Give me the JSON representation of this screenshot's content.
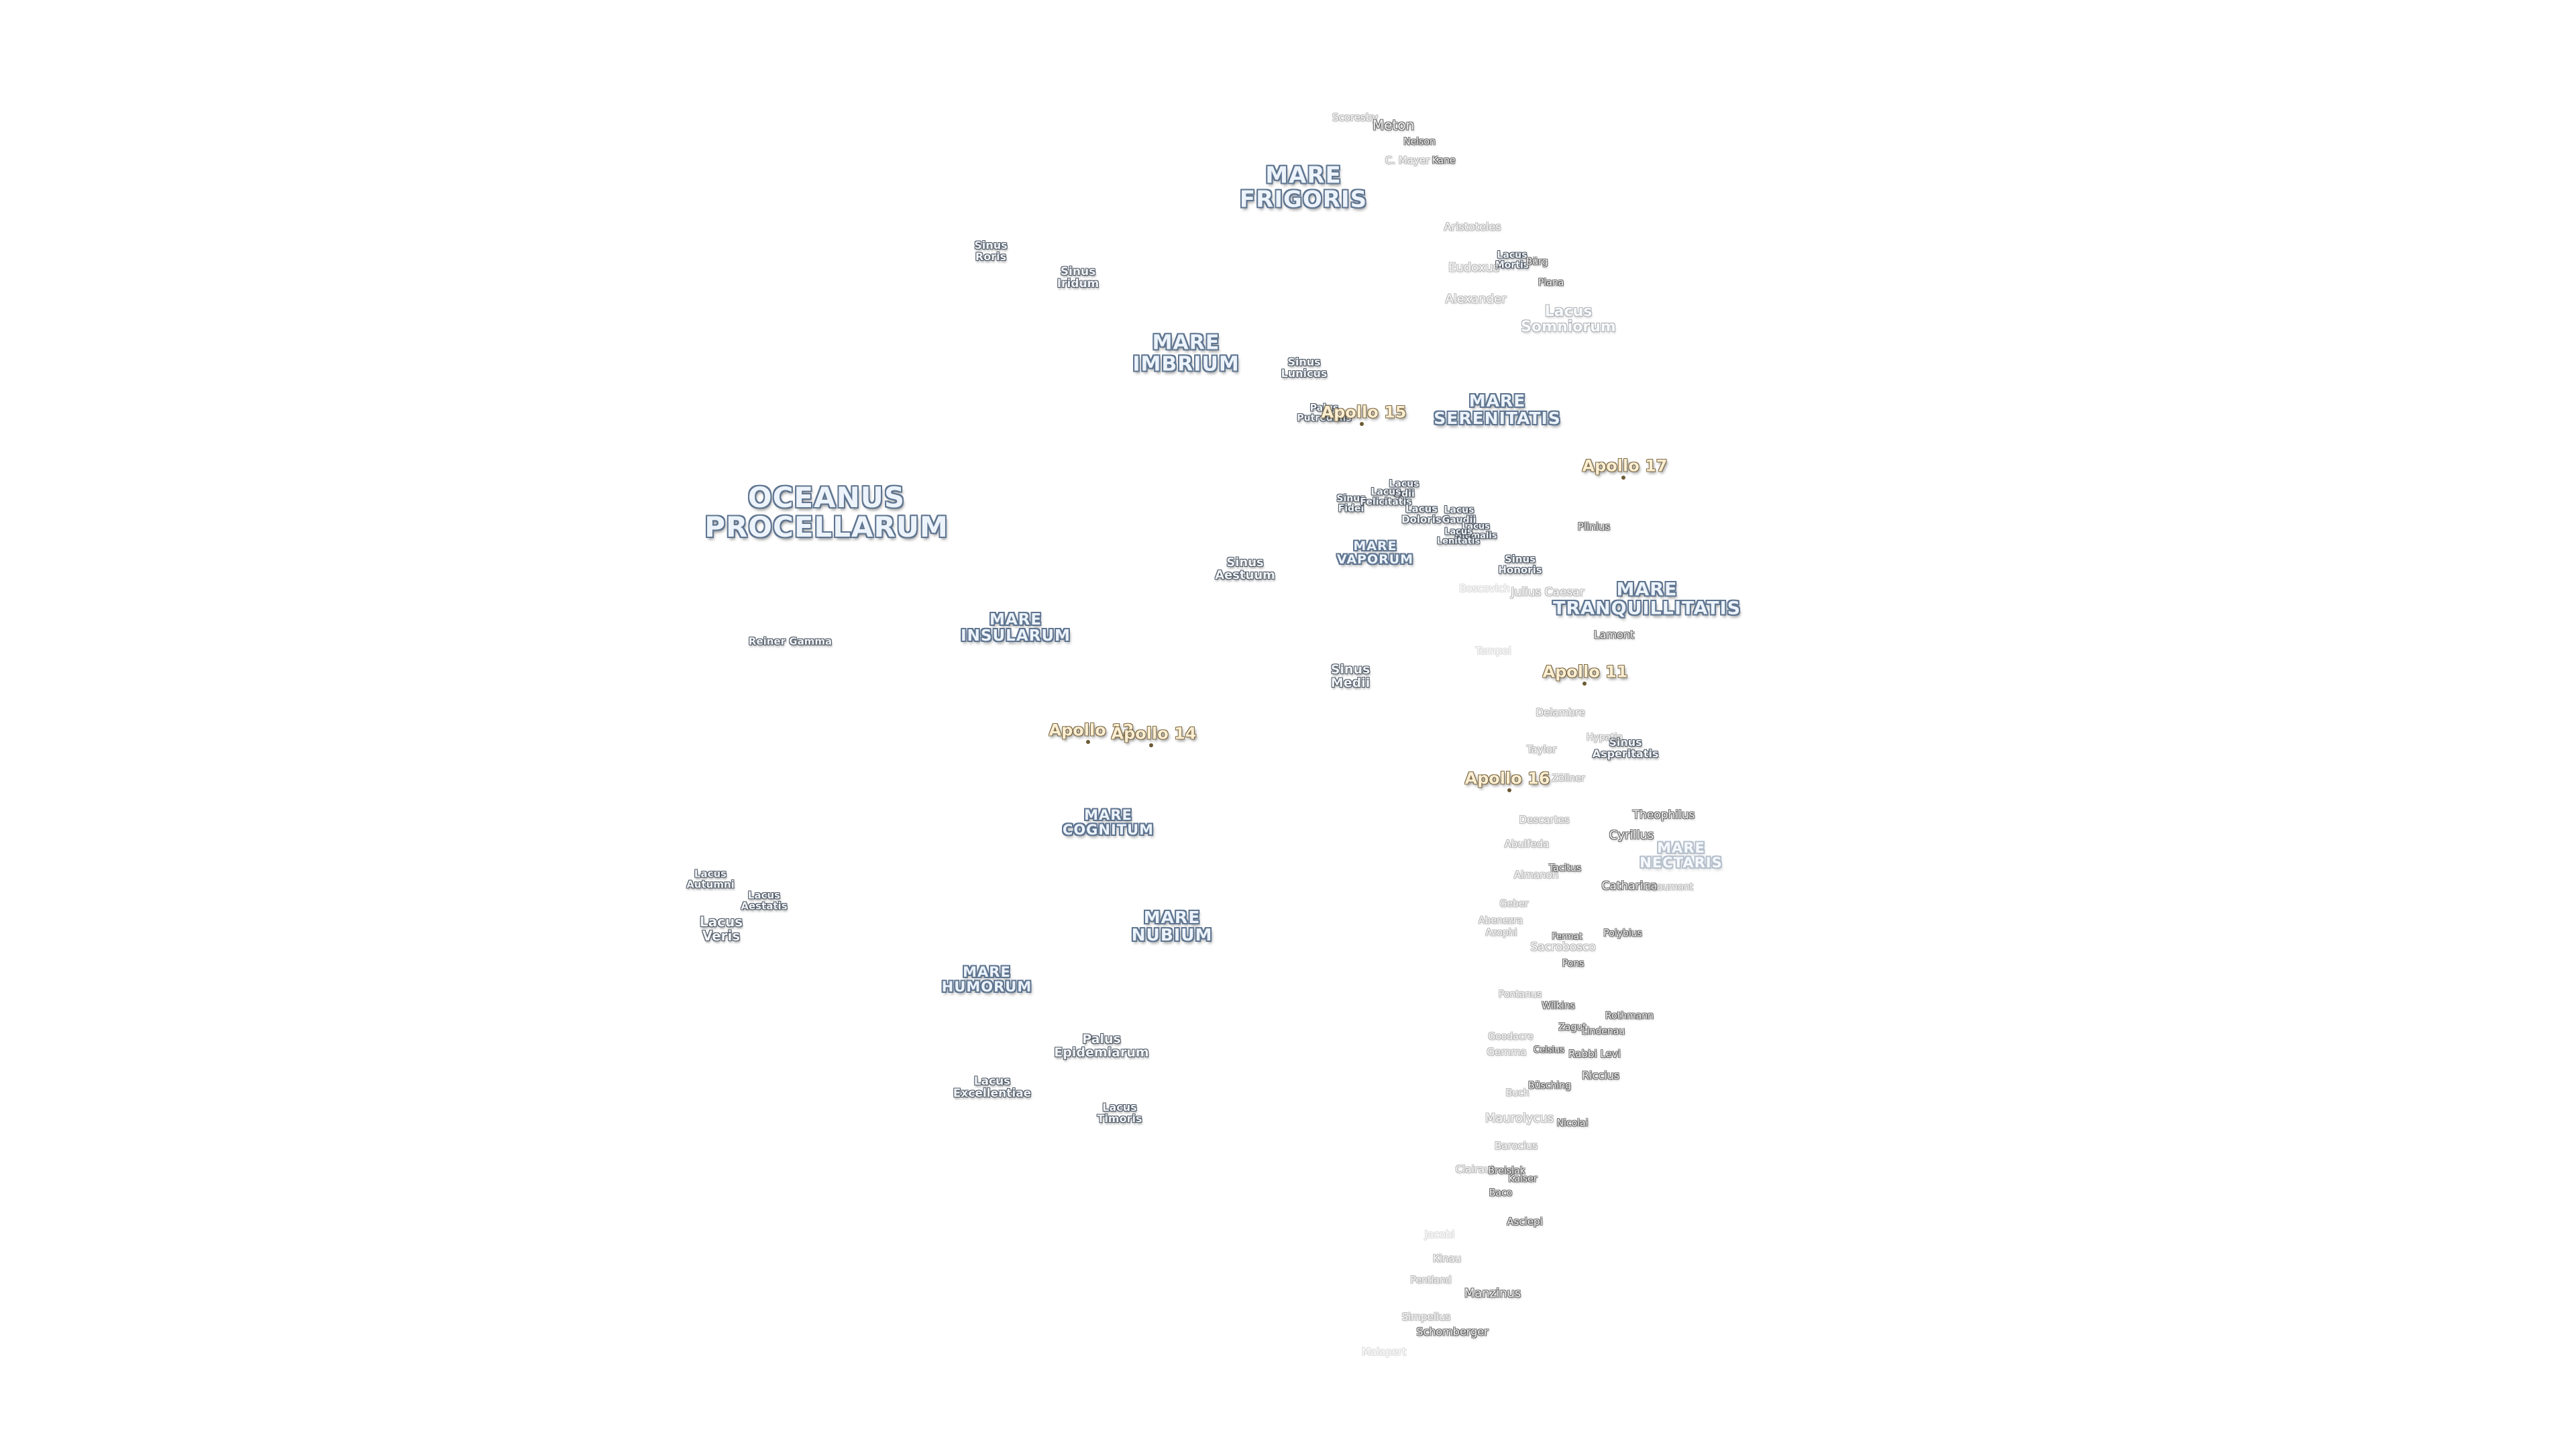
{
  "map": {
    "background": "#ffffff",
    "colors": {
      "mare_fill": "#ecf3fb",
      "mare_outline": "#5f7590",
      "apollo_fill": "#fbeed2",
      "apollo_outline": "#7d6a45",
      "crater_outline": "#666666"
    },
    "maria": {
      "oceanus_procellarum": "OCEANUS\nPROCELLARUM",
      "mare_frigoris": "MARE\nFRIGORIS",
      "mare_imbrium": "MARE\nIMBRIUM",
      "mare_serenitatis": "MARE\nSERENITATIS",
      "mare_tranquillitatis": "MARE\nTRANQUILLITATIS",
      "mare_vaporum": "MARE\nVAPORUM",
      "mare_insularum": "MARE\nINSULARUM",
      "mare_cognitum": "MARE\nCOGNITUM",
      "mare_nubium": "MARE\nNUBIUM",
      "mare_humorum": "MARE\nHUMORUM",
      "mare_nectaris": "MARE\nNECTARIS"
    },
    "features": {
      "sinus_roris": "Sinus\nRoris",
      "sinus_iridum": "Sinus\nIridum",
      "sinus_lunicus": "Sinus\nLunicus",
      "palus_putredinis": "Palus\nPutredinis",
      "lacus_somniorum": "Lacus\nSomniorum",
      "lacus_mortis": "Lacus\nMortis",
      "sinus_fidei": "Sinus\nFidei",
      "lacus_odii": "Lacus\nOdii",
      "lacus_felicitatis": "Lacus\nFelicitatis",
      "lacus_doloris": "Lacus\nDoloris",
      "lacus_gaudii": "Lacus\nGaudii",
      "lacus_hiemalis": "Lacus\nHiemalis",
      "lacus_lenitatis": "Lacus\nLenitatis",
      "sinus_aestuum": "Sinus\nAestuum",
      "sinus_honoris": "Sinus\nHonoris",
      "sinus_medii": "Sinus\nMedii",
      "sinus_asperitatis": "Sinus\nAsperitatis",
      "lacus_autumni": "Lacus\nAutumni",
      "lacus_aestatis": "Lacus\nAestatis",
      "lacus_veris": "Lacus\nVeris",
      "palus_epidemiarum": "Palus\nEpidemiarum",
      "lacus_excellentiae": "Lacus\nExcellentiae",
      "lacus_timoris": "Lacus\nTimoris",
      "reiner_gamma": "Reiner Gamma"
    },
    "apollo": {
      "apollo_11": "Apollo 11",
      "apollo_12": "Apollo 12",
      "apollo_14": "Apollo 14",
      "apollo_15": "Apollo 15",
      "apollo_16": "Apollo 16",
      "apollo_17": "Apollo 17"
    },
    "craters": {
      "scoresby": "Scoresby",
      "meton": "Meton",
      "nelson": "Nelson",
      "c_mayer": "C. Mayer",
      "kane": "Kane",
      "aristoteles": "Aristoteles",
      "eudoxus": "Eudoxus",
      "burg": "Bürg",
      "alexander": "Alexander",
      "plana": "Plana",
      "plinius": "Plinius",
      "boscovich": "Boscovich",
      "julius_caesar": "Julius Caesar",
      "lamont": "Lamont",
      "tempel": "Tempel",
      "delambre": "Delambre",
      "hypatia": "Hypatia",
      "taylor": "Taylor",
      "zollner": "Zöllner",
      "descartes": "Descartes",
      "theophilus": "Theophilus",
      "cyrillus": "Cyrillus",
      "abulfeda": "Abulfeda",
      "tacitus": "Tacitus",
      "almanon": "Almanon",
      "catharina": "Catharina",
      "beaumont": "Beaumont",
      "geber": "Geber",
      "abenezra": "Abenezra",
      "azophi": "Azophi",
      "fermat": "Fermat",
      "polybius": "Polybius",
      "sacrobosco": "Sacrobosco",
      "pons": "Pons",
      "pontanus": "Pontanus",
      "wilkins": "Wilkins",
      "rothmann": "Rothmann",
      "zagut": "Zagut",
      "lindenau": "Lindenau",
      "goodacre": "Goodacre",
      "gemma": "Gemma",
      "celsius": "Celsius",
      "rabbi_levi": "Rabbi Levi",
      "riccius": "Riccius",
      "buch": "Buch",
      "busching": "Büsching",
      "maurolycus": "Maurolycus",
      "nicolai": "Nicolai",
      "barocius": "Barocius",
      "clairaut": "Clairaut",
      "breislak": "Breislak",
      "baco": "Baco",
      "kaiser": "Kaiser",
      "asclepi": "Asclepi",
      "jacobi": "Jacobi",
      "kinau": "Kinau",
      "pentland": "Pentland",
      "manzinus": "Manzinus",
      "simpelius": "Simpelius",
      "schomberger": "Schomberger",
      "malapert": "Malapert"
    }
  }
}
